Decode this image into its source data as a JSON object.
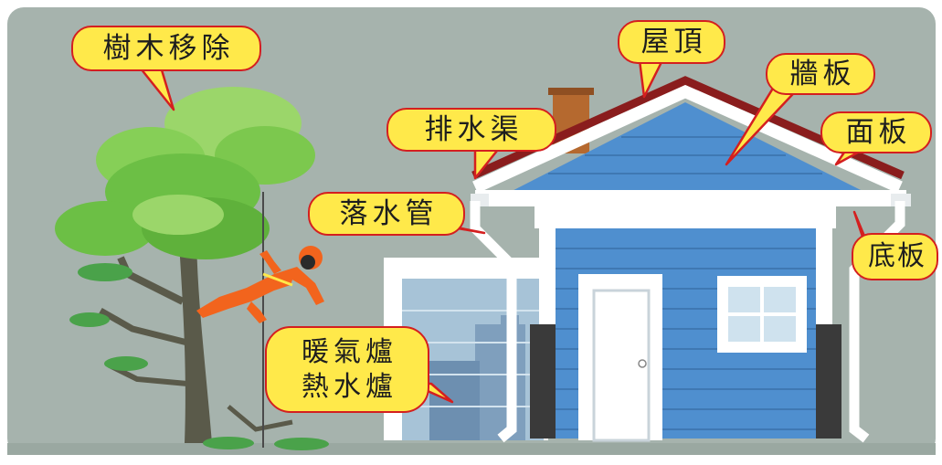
{
  "labels": {
    "tree_removal": "樹木移除",
    "roof": "屋頂",
    "siding": "牆板",
    "gutter": "排水渠",
    "fascia": "面板",
    "downspout": "落水管",
    "soffit": "底板",
    "heater_line1": "暖氣爐",
    "heater_line2": "熱水爐"
  },
  "colors": {
    "background": "#a6b3ad",
    "label_fill": "#ffe94a",
    "label_border": "#d41f1f",
    "siding": "#4f8fcf",
    "roof": "#8a1d1d",
    "trim": "#ffffff",
    "worker": "#f2641d",
    "tree_leaves": "#6cbf45",
    "tree_trunk": "#5a5a4a"
  }
}
